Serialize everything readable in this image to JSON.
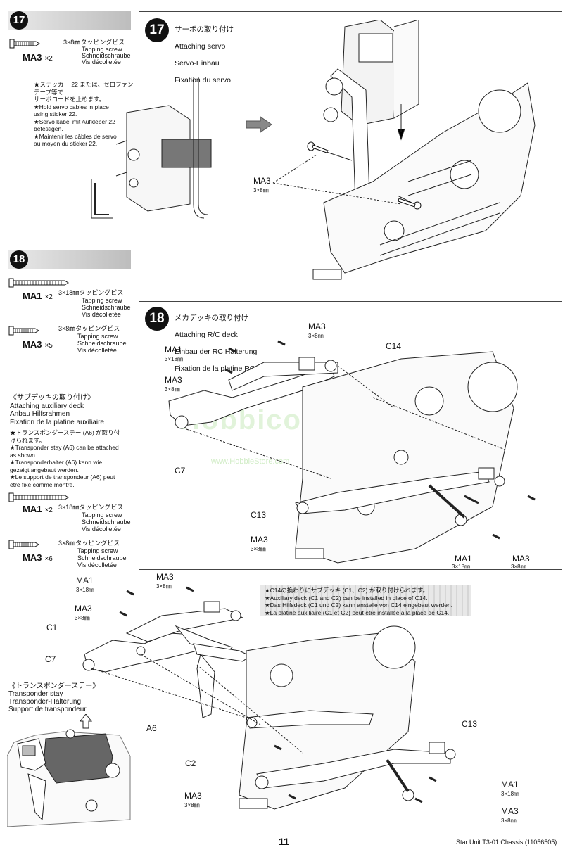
{
  "step17": {
    "number": "17",
    "parts": [
      {
        "code": "MA3",
        "qty": "×2",
        "size_jp": "3×8㎜タッピングビス",
        "en": "Tapping screw",
        "de": "Schneidschraube",
        "fr": "Vis décolletée"
      }
    ],
    "note": "★ステッカー 22 または、セロファンテープ等で\nサーボコードを止めます。\n★Hold servo cables in place\nusing sticker 22.\n★Servo kabel mit Aufkleber 22\nbefestigen.\n★Maintenir les câbles de servo\nau moyen du sticker 22.",
    "heading": {
      "jp": "サーボの取り付け",
      "en": "Attaching servo",
      "de": "Servo-Einbau",
      "fr": "Fixation du servo"
    },
    "callout": {
      "code": "MA3",
      "size": "3×8㎜"
    }
  },
  "step18": {
    "number": "18",
    "parts": [
      {
        "code": "MA1",
        "qty": "×2",
        "size_jp": "3×18㎜タッピングビス",
        "en": "Tapping screw",
        "de": "Schneidschraube",
        "fr": "Vis décolletée"
      },
      {
        "code": "MA3",
        "qty": "×5",
        "size_jp": "3×8㎜タッピングビス",
        "en": "Tapping screw",
        "de": "Schneidschraube",
        "fr": "Vis décolletée"
      }
    ],
    "heading": {
      "jp": "メカデッキの取り付け",
      "en": "Attaching R/C deck",
      "de": "Einbau der RC Halterung",
      "fr": "Fixation de la platine RC"
    },
    "labels": {
      "ma3_top": "MA3",
      "ma3_top_size": "3×8㎜",
      "ma1_left": "MA1",
      "ma1_left_size": "3×18㎜",
      "c14": "C14",
      "ma3_left": "MA3",
      "ma3_left_size": "3×8㎜",
      "c7": "C7",
      "c13": "C13",
      "ma3_bottom": "MA3",
      "ma3_bottom_size": "3×8㎜",
      "ma1_bottom": "MA1",
      "ma1_bottom_size": "3×18㎜",
      "ma3_right": "MA3",
      "ma3_right_size": "3×8㎜"
    }
  },
  "aux": {
    "title": "《サブデッキの取り付け》\nAttaching auxiliary deck\nAnbau Hilfsrahmen\nFixation de la platine auxiliaire",
    "note": "★トランスポンダーステー (A6) が取り付\nけられます。\n★Transponder stay (A6) can be attached\nas shown.\n★Transponderhalter (A6) kann wie\ngezeigt angebaut werden.\n★Le support de transpondeur (A6) peut\nêtre fixé comme montré.",
    "parts": [
      {
        "code": "MA1",
        "qty": "×2",
        "size_jp": "3×18㎜タッピングビス",
        "en": "Tapping screw",
        "de": "Schneidschraube",
        "fr": "Vis décolletée"
      },
      {
        "code": "MA3",
        "qty": "×6",
        "size_jp": "3×8㎜タッピングビス",
        "en": "Tapping screw",
        "de": "Schneidschraube",
        "fr": "Vis décolletée"
      }
    ],
    "c14_note": "★C14の換わりにサブデッキ (C1、C2) が取り付けられます。\n★Auxiliary deck (C1 and C2) can be installed in place of C14.\n★Das Hilfsdeck (C1 und C2) kann anstelle von C14 eingebaut werden.\n★La platine auxiliaire (C1 et C2) peut être installée à la place de C14.",
    "transponder": "《トランスポンダーステー》\nTransponder stay\nTransponder-Halterung\nSupport de transpondeur",
    "labels": {
      "ma1_top": "MA1",
      "ma1_top_size": "3×18㎜",
      "ma3_top": "MA3",
      "ma3_top_size": "3×8㎜",
      "ma3_left": "MA3",
      "ma3_left_size": "3×8㎜",
      "c1": "C1",
      "c7": "C7",
      "a6": "A6",
      "c2": "C2",
      "c13": "C13",
      "ma3_bottom": "MA3",
      "ma3_bottom_size": "3×8㎜",
      "ma1_right": "MA1",
      "ma1_right_size": "3×18㎜",
      "ma3_right": "MA3",
      "ma3_right_size": "3×8㎜"
    }
  },
  "watermark": {
    "big": "Hobbico",
    "small": "www.HobbieStore.com"
  },
  "footer": {
    "page": "11",
    "title": "Star Unit T3-01 Chassis (11056505)"
  }
}
